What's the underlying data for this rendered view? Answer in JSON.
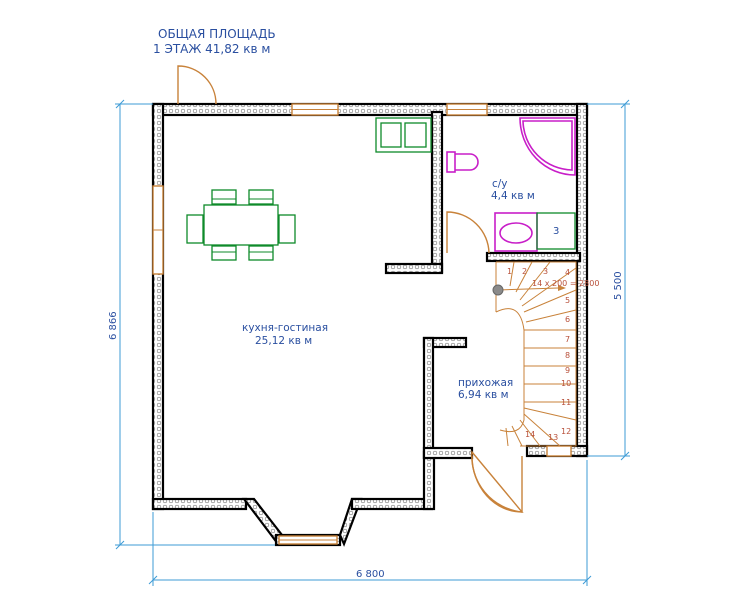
{
  "title": {
    "line1": "ОБЩАЯ ПЛОЩАДЬ",
    "line2": "1 ЭТАЖ  41,82 кв м"
  },
  "rooms": {
    "living": {
      "name": "кухня-гостиная",
      "area": "25,12 кв м"
    },
    "bath": {
      "name": "с/у",
      "area": "4,4 кв м"
    },
    "hall": {
      "name": "прихожая",
      "area": "6,94 кв м"
    }
  },
  "dimensions": {
    "width": "6 800",
    "height_left": "6 866",
    "height_right": "5 500"
  },
  "stairs": {
    "spec": "14 х 200 = 2800",
    "steps": [
      "1",
      "2",
      "3",
      "4",
      "5",
      "6",
      "7",
      "8",
      "9",
      "10",
      "11",
      "12",
      "13",
      "14"
    ]
  },
  "appliances": {
    "boiler_label": "3"
  },
  "colors": {
    "text": "#2a4fa0",
    "dimension": "#3d9bd6",
    "wall": "#000000",
    "window_door": "#c8823a",
    "furniture": "#0e8a2a",
    "sanitary": "#c81ec8",
    "stairs": "#b8503a"
  }
}
